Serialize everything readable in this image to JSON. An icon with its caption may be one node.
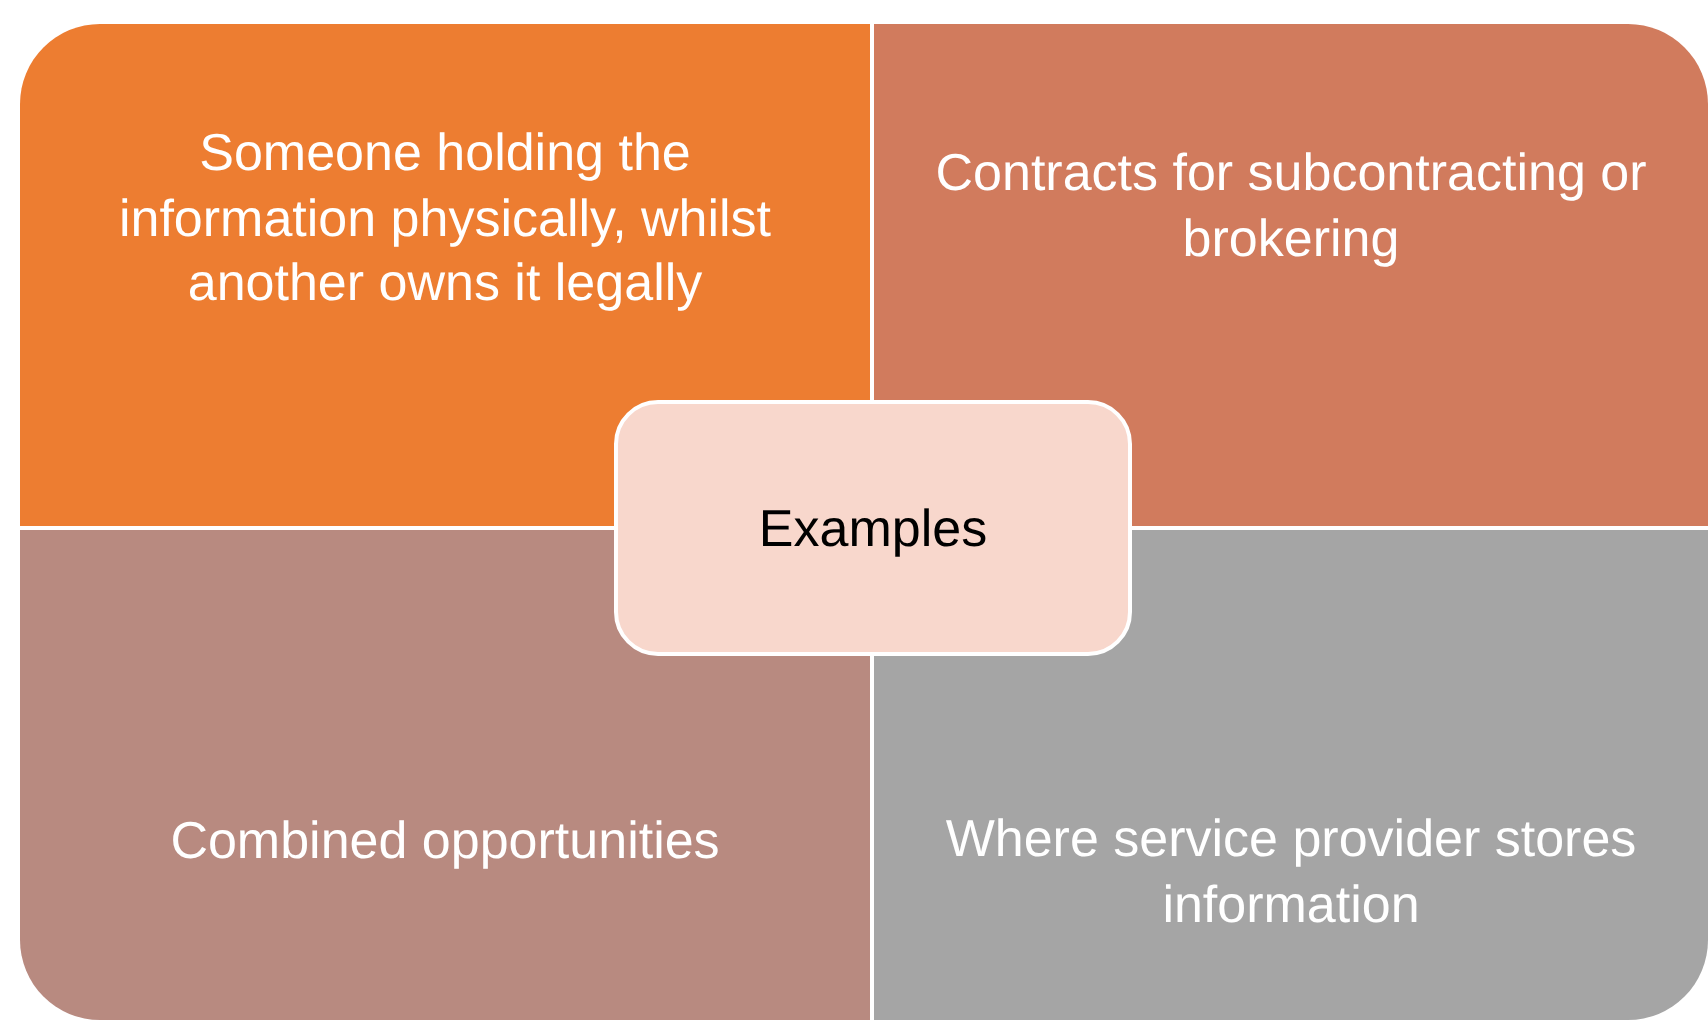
{
  "diagram": {
    "nodes": [
      {
        "text": [
          "Someone holding the information physically, whilst another owns it legally"
        ]
      },
      {
        "text": [
          "Contracts for subcontracting or brokering"
        ]
      },
      {
        "text": [
          "Examples"
        ]
      },
      {
        "text": [
          "Combined opportunities"
        ]
      },
      {
        "text": [
          "Where service provider stores information"
        ]
      }
    ]
  }
}
